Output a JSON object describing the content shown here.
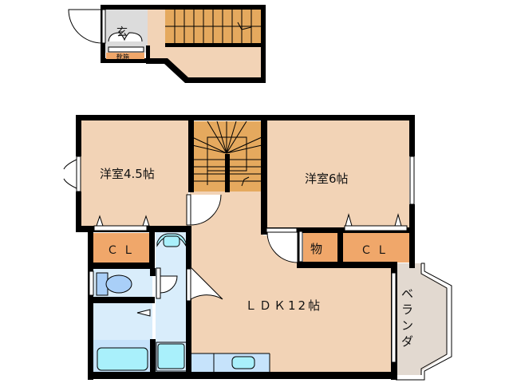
{
  "colors": {
    "room": "#f2d3b6",
    "stairs": "#e5a95e",
    "closet": "#f0a76a",
    "wet": "#d9edfb",
    "fixture": "#a9f0fb",
    "entrance": "#dcdcdc",
    "veranda": "#e2d9d0",
    "wall": "#000000"
  },
  "floor1": {
    "entrance_label": "玄",
    "shoe_box_label": "靴箱"
  },
  "floor2": {
    "room_western_small": "洋室4.5帖",
    "room_western_large": "洋室6帖",
    "closet_left": "ＣＬ",
    "closet_right": "ＣＬ",
    "storage": "物",
    "ldk": "ＬＤＫ12帖",
    "veranda": "ベランダ"
  }
}
